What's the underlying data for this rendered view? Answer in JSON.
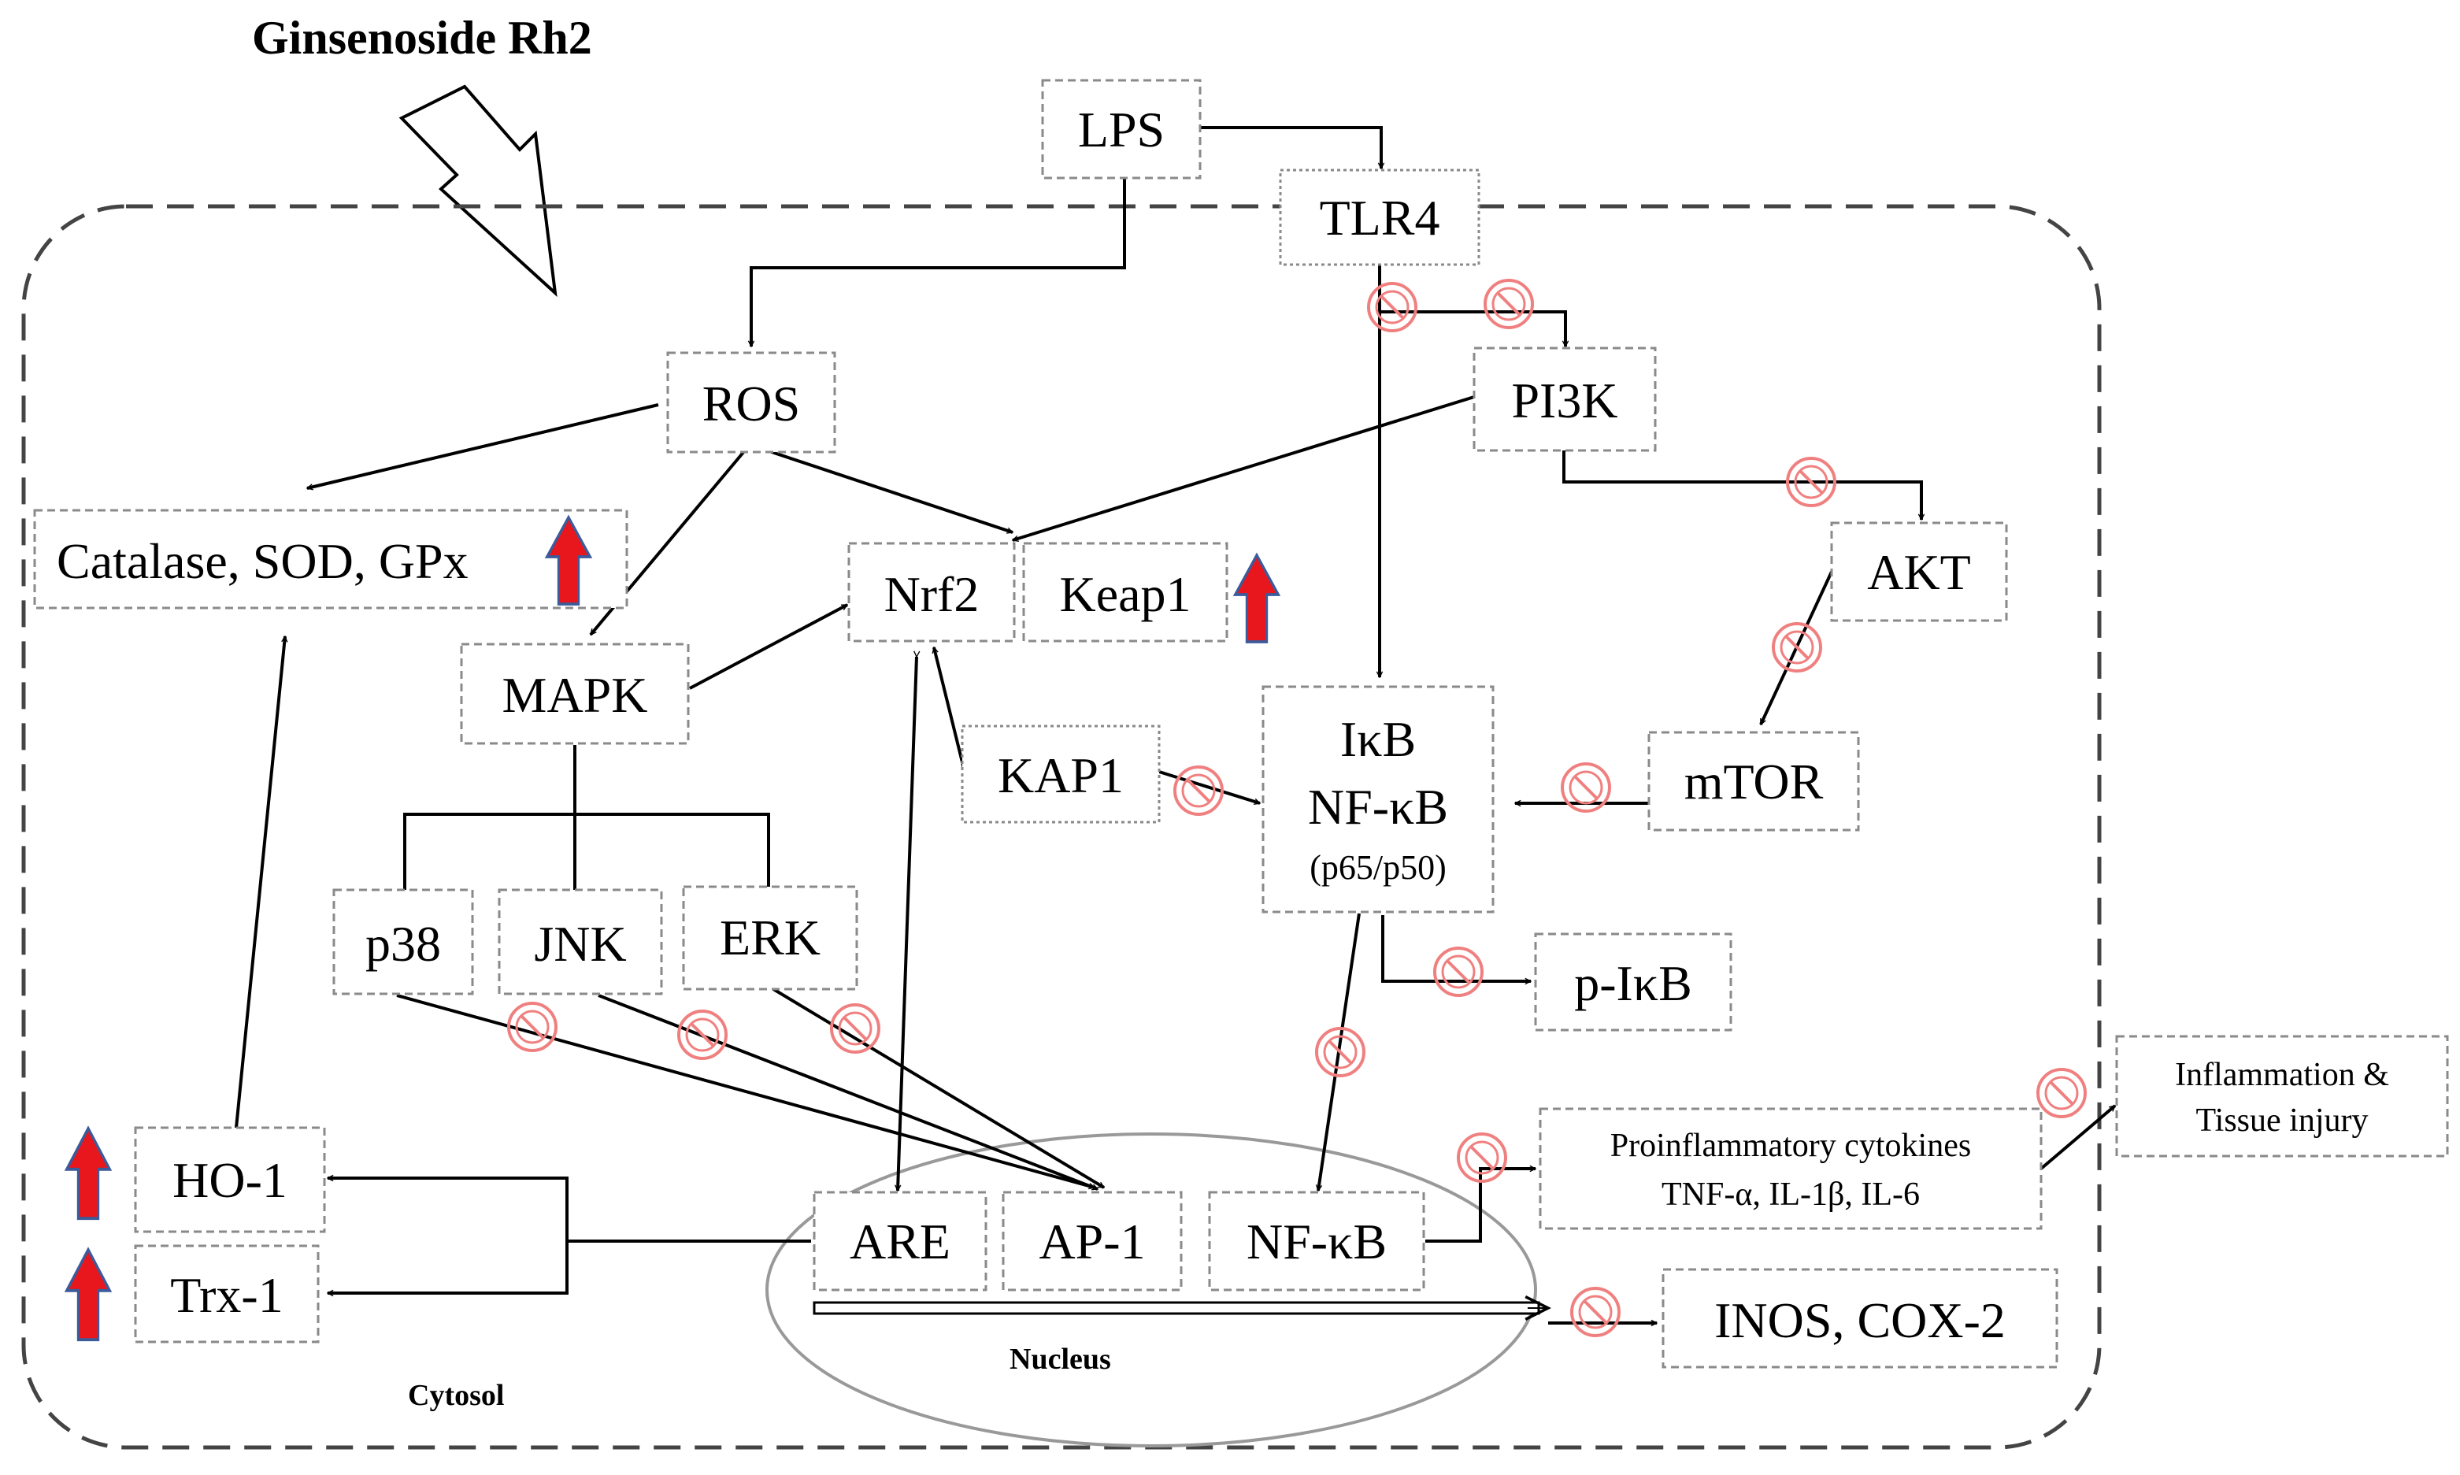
{
  "title": "Ginsenoside Rh2",
  "regions": {
    "cytosol": "Cytosol",
    "nucleus": "Nucleus"
  },
  "nodes": {
    "lps": "LPS",
    "tlr4": "TLR4",
    "ros": "ROS",
    "pi3k": "PI3K",
    "antioxidants": "Catalase, SOD, GPx",
    "nrf2": "Nrf2",
    "keap1": "Keap1",
    "akt": "AKT",
    "mapk": "MAPK",
    "kap1": "KAP1",
    "nfkb_complex": {
      "line1": "IκB",
      "line2": "NF-κB",
      "line3": "(p65/p50)"
    },
    "mtor": "mTOR",
    "p38": "p38",
    "jnk": "JNK",
    "erk": "ERK",
    "pikb": "p-IκB",
    "inflammation": {
      "line1": "Inflammation &",
      "line2": "Tissue injury"
    },
    "cytokines": {
      "line1": "Proinflammatory cytokines",
      "line2": "TNF-α, IL-1β, IL-6"
    },
    "ho1": "HO-1",
    "trx1": "Trx-1",
    "are": "ARE",
    "ap1": "AP-1",
    "nfkb_nuc": "NF-κB",
    "inos_cox2": "INOS, COX-2"
  },
  "colors": {
    "up_arrow": "#e8171d",
    "up_arrow_edge": "#3b5b9a",
    "inhibit": "#f08080"
  },
  "icons": {
    "upregulation": "red-up-arrow-icon",
    "inhibition": "prohibition-icon",
    "drug_input": "hollow-arrow-icon"
  }
}
